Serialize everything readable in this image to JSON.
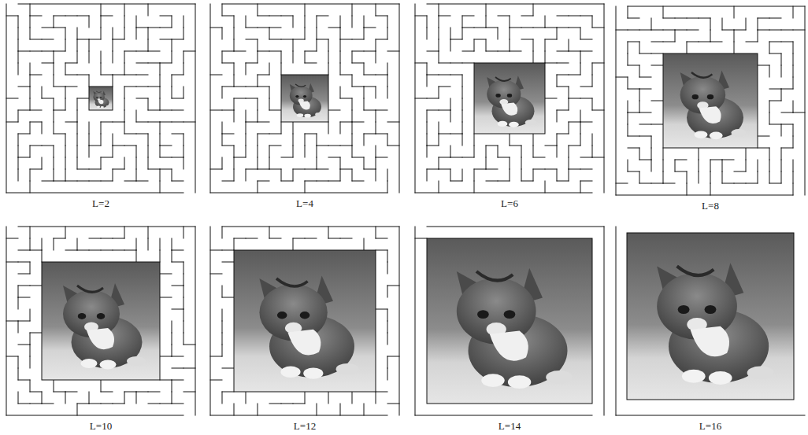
{
  "diagram": {
    "labels": [
      "L=2",
      "L=4",
      "L=6",
      "L=8",
      "L=10",
      "L=12",
      "L=14",
      "L=16"
    ]
  }
}
